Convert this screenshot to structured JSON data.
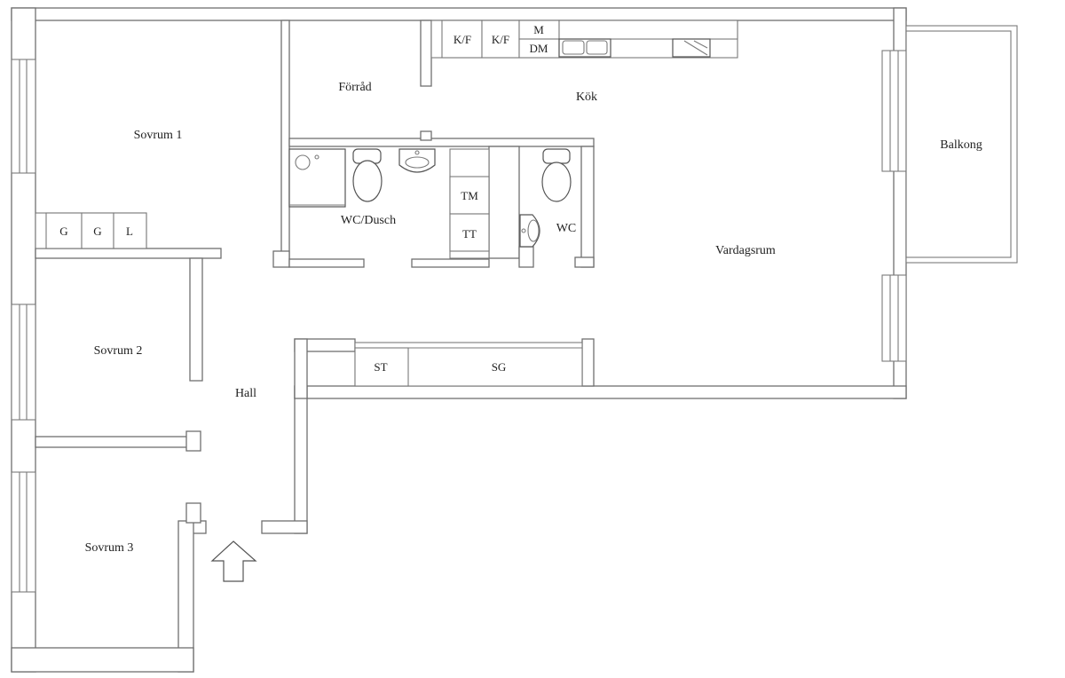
{
  "rooms": {
    "sovrum1": "Sovrum 1",
    "sovrum2": "Sovrum 2",
    "sovrum3": "Sovrum 3",
    "hall": "Hall",
    "forrad": "Förråd",
    "kok": "Kök",
    "wc_dusch": "WC/Dusch",
    "wc": "WC",
    "vardagsrum": "Vardagsrum",
    "balkong": "Balkong"
  },
  "fixtures": {
    "wardrobe_1": "G",
    "wardrobe_2": "G",
    "linen": "L",
    "fridge_freezer_1": "K/F",
    "fridge_freezer_2": "K/F",
    "microwave": "M",
    "dishwasher": "DM",
    "washer": "TM",
    "dryer": "TT",
    "storage": "ST",
    "wardrobe_sg": "SG"
  },
  "icons": {
    "entrance": "entrance-arrow-icon",
    "toilet": "toilet-icon",
    "sink": "sink-icon",
    "shower": "shower-icon",
    "kitchen_sink": "kitchen-sink-icon"
  }
}
